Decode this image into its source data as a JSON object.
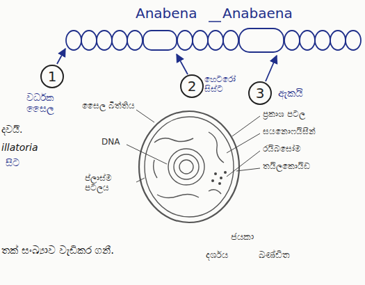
{
  "diagram": {
    "nodes": [
      {
        "text": [
          "1"
        ]
      },
      {
        "text": [
          "2"
        ]
      },
      {
        "text": [
          "3"
        ]
      }
    ],
    "labels": [
      "Anabena",
      "Anabaena",
      "වර්ධක සෛල",
      "හෙටරෝ සිස්ට",
      "ඇකයි",
      "දවයි.",
      "illatoria",
      "සිට",
      "තක් සංඛ්‍යාව වැඩිකර ගනී.",
      "සෛල බිත්තිය",
      "DNA",
      "ප්ලාස්ම පටලය",
      "ප්‍රකාශ පටල",
      "සයනොෆයිසීන්",
      "රයිබසෝම",
      "තයිලකොයිඩ",
      "ජයකා",
      "දර්ශය",
      "ඛණ්ඩිත"
    ]
  }
}
